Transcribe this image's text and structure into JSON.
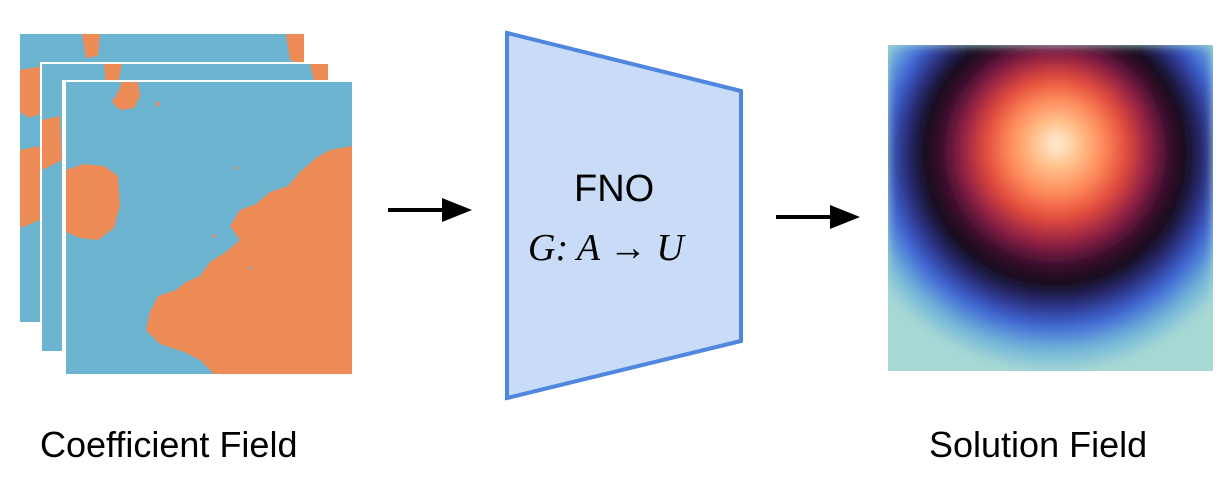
{
  "diagram": {
    "input_label": "Coefficient Field",
    "model": {
      "name": "FNO",
      "formula": "G: A → U"
    },
    "output_label": "Solution Field"
  },
  "colors": {
    "coef_blue": "#6bb3cf",
    "coef_orange": "#ee8c57",
    "model_fill": "#c9dcf7",
    "model_stroke": "#4f86df",
    "arrow": "#000000"
  }
}
